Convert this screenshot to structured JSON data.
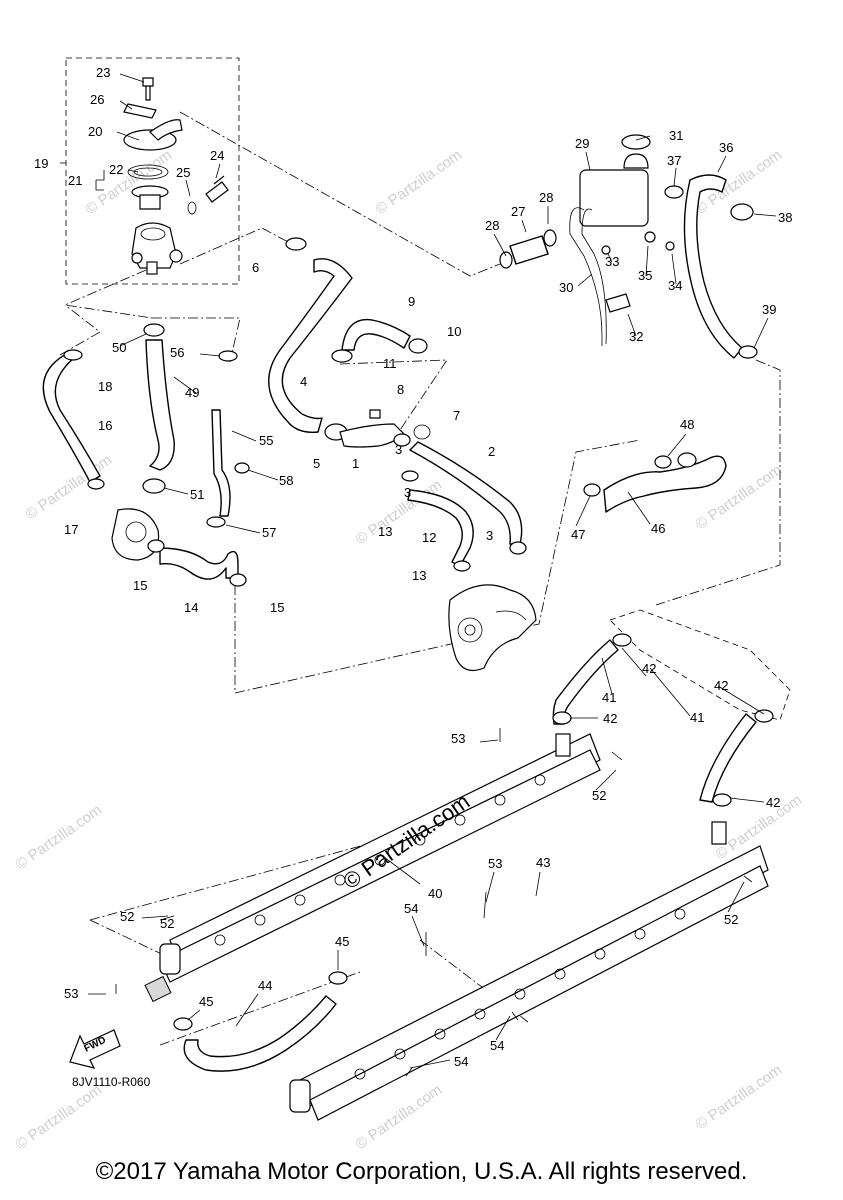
{
  "diagram": {
    "code": "8JV1110-R060",
    "fwd_label": "FWD",
    "center_watermark": "© Partzilla.com",
    "watermark": "© Partzilla.com",
    "copyright": "©2017 Yamaha Motor Corporation, U.S.A. All rights reserved.",
    "part_numbers": [
      "1",
      "2",
      "3",
      "3",
      "3",
      "4",
      "5",
      "6",
      "7",
      "8",
      "9",
      "10",
      "11",
      "12",
      "13",
      "13",
      "14",
      "15",
      "15",
      "16",
      "17",
      "18",
      "19",
      "20",
      "21",
      "22",
      "23",
      "24",
      "25",
      "26",
      "27",
      "28",
      "28",
      "29",
      "30",
      "31",
      "32",
      "33",
      "34",
      "35",
      "36",
      "37",
      "38",
      "39",
      "40",
      "41",
      "41",
      "42",
      "42",
      "42",
      "42",
      "43",
      "44",
      "45",
      "45",
      "46",
      "47",
      "48",
      "49",
      "50",
      "51",
      "52",
      "52",
      "52",
      "52",
      "53",
      "53",
      "53",
      "54",
      "54",
      "54",
      "55",
      "56",
      "57",
      "58"
    ]
  }
}
